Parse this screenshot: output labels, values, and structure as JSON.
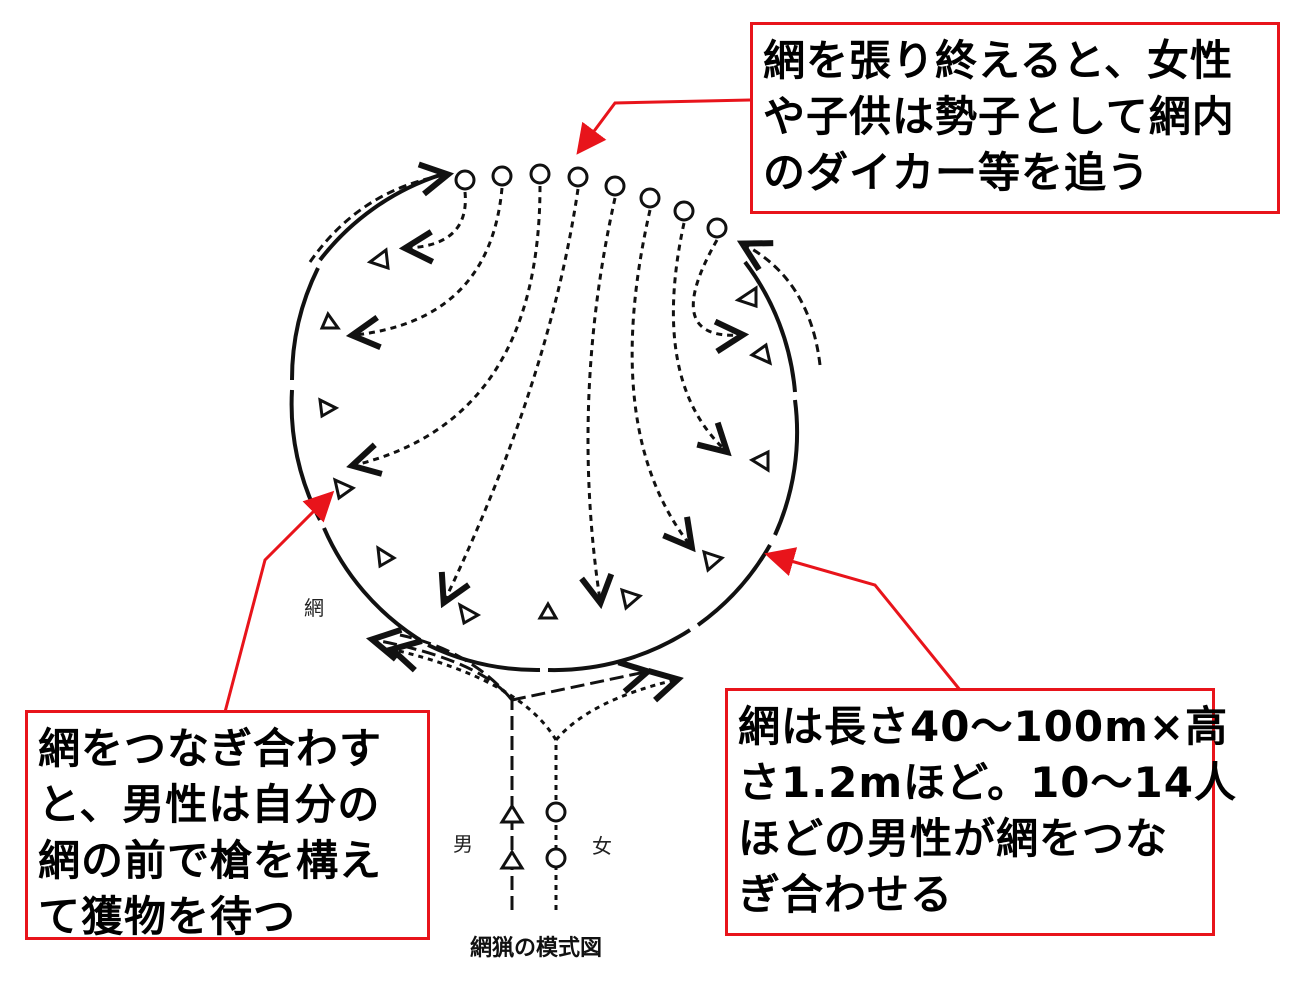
{
  "callouts": {
    "top": {
      "lines": [
        "網を張り終えると、女性",
        "や子供は勢子として網内",
        "のダイカー等を追う"
      ]
    },
    "right": {
      "lines": [
        "網は長さ40～100m×高",
        "さ1.2mほど。10～14人",
        "ほどの男性が網をつな",
        "ぎ合わせる"
      ]
    },
    "left": {
      "lines": [
        "網をつなぎ合わす",
        "と、男性は自分の",
        "網の前で槍を構え",
        "て獲物を待つ"
      ]
    }
  },
  "diagram": {
    "net_label": "網",
    "male_label": "男",
    "female_label": "女",
    "caption": "網猟の模式図"
  },
  "colors": {
    "callout_border": "#e8141b",
    "ink": "#111111"
  }
}
